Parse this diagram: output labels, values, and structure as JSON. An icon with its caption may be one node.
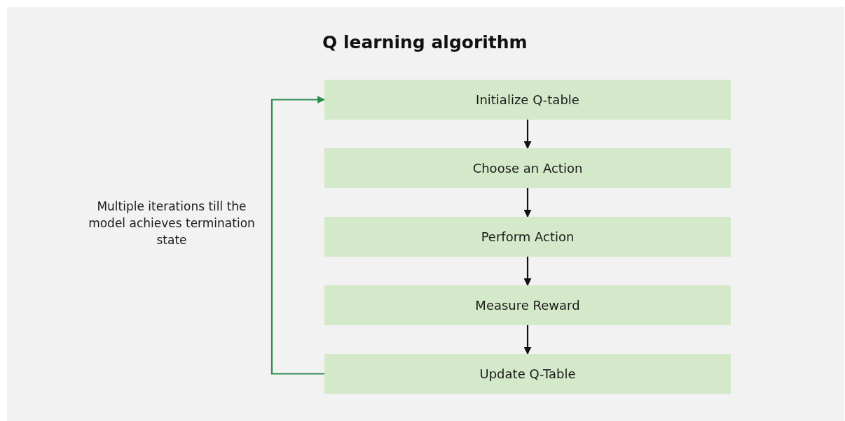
{
  "diagram": {
    "title": "Q learning algorithm",
    "nodes": [
      {
        "text": [
          "Initialize Q-table"
        ]
      },
      {
        "text": [
          "Choose an Action"
        ]
      },
      {
        "text": [
          "Perform Action"
        ]
      },
      {
        "text": [
          "Measure Reward"
        ]
      },
      {
        "text": [
          "Update Q-Table"
        ]
      }
    ],
    "edges": [
      {
        "from": 0,
        "to": 1,
        "arrow": "to"
      },
      {
        "from": 1,
        "to": 2,
        "arrow": "to"
      },
      {
        "from": 2,
        "to": 3,
        "arrow": "to"
      },
      {
        "from": 3,
        "to": 4,
        "arrow": "to"
      },
      {
        "from": 4,
        "to": 0,
        "arrow": "to",
        "color": "#2e8b4e"
      }
    ],
    "labels": [
      "Multiple iterations till the model achieves termination state"
    ]
  }
}
